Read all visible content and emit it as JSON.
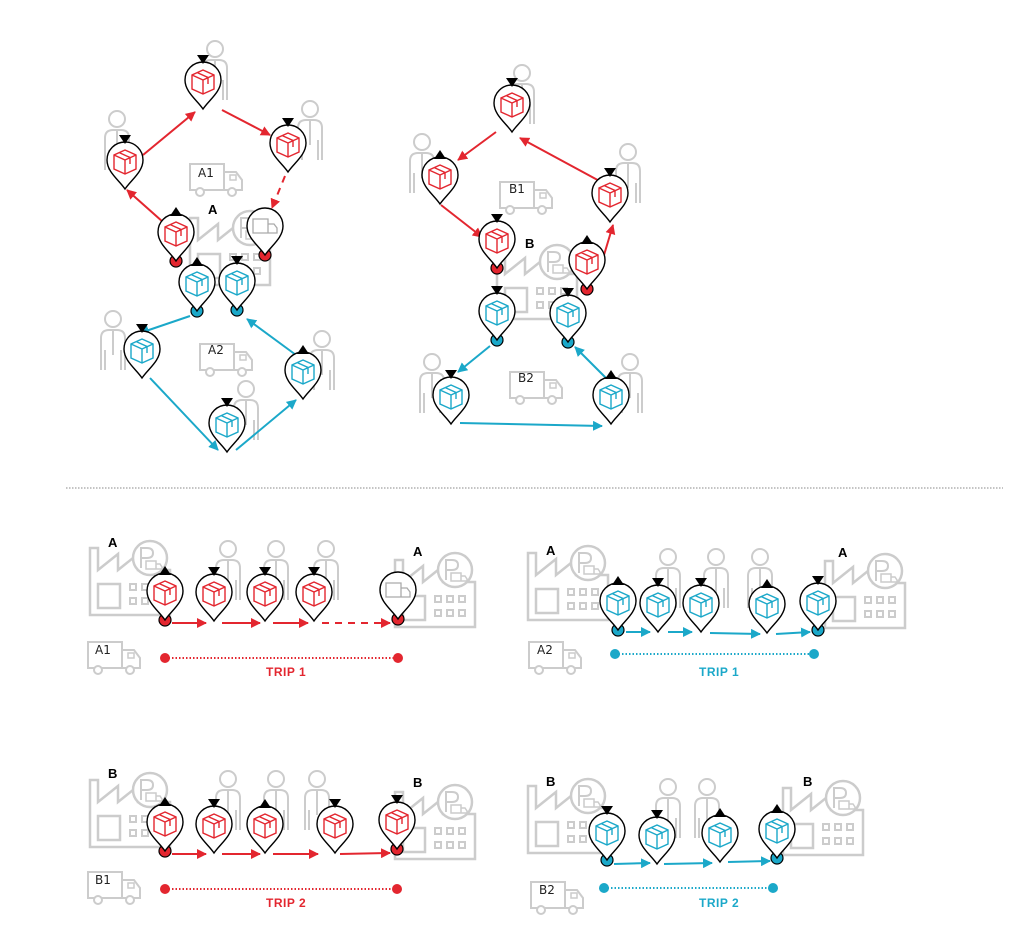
{
  "colors": {
    "red": "#e3262f",
    "blue": "#1ba8c9",
    "gray": "#cccccc"
  },
  "overview": {
    "A": {
      "depot_label": "A",
      "truck1_label": "A1",
      "truck2_label": "A2"
    },
    "B": {
      "depot_label": "B",
      "truck1_label": "B1",
      "truck2_label": "B2"
    }
  },
  "trips": [
    {
      "depot_start": "A",
      "depot_end": "A",
      "truck_label": "A1",
      "trip_label": "TRIP 1",
      "color": "red"
    },
    {
      "depot_start": "A",
      "depot_end": "A",
      "truck_label": "A2",
      "trip_label": "TRIP 1",
      "color": "blue"
    },
    {
      "depot_start": "B",
      "depot_end": "B",
      "truck_label": "B1",
      "trip_label": "TRIP 2",
      "color": "red"
    },
    {
      "depot_start": "B",
      "depot_end": "B",
      "truck_label": "B2",
      "trip_label": "TRIP 2",
      "color": "blue"
    }
  ]
}
